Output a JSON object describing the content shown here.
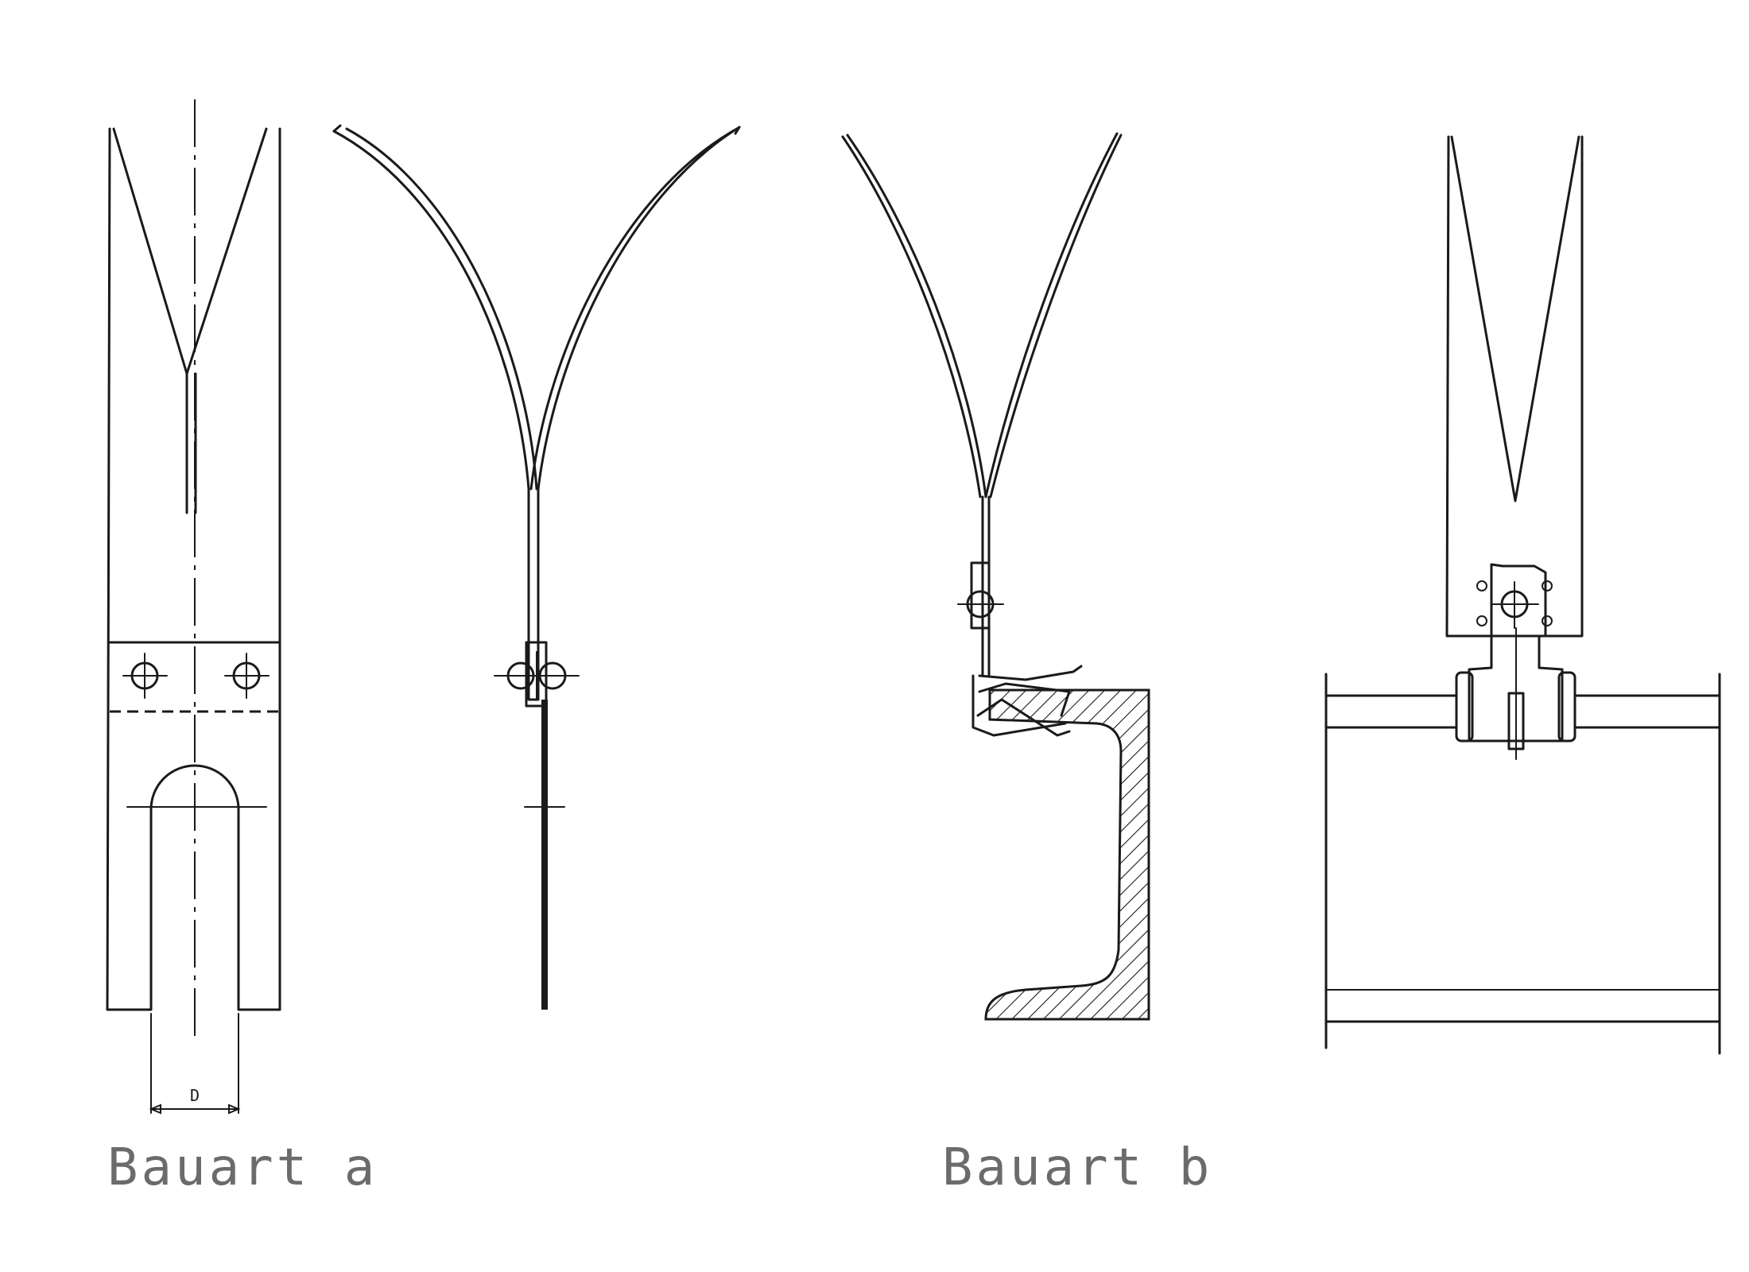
{
  "captions": {
    "type_a": "Bauart a",
    "type_b": "Bauart b"
  },
  "dimension": {
    "slot_width_label": "D"
  }
}
